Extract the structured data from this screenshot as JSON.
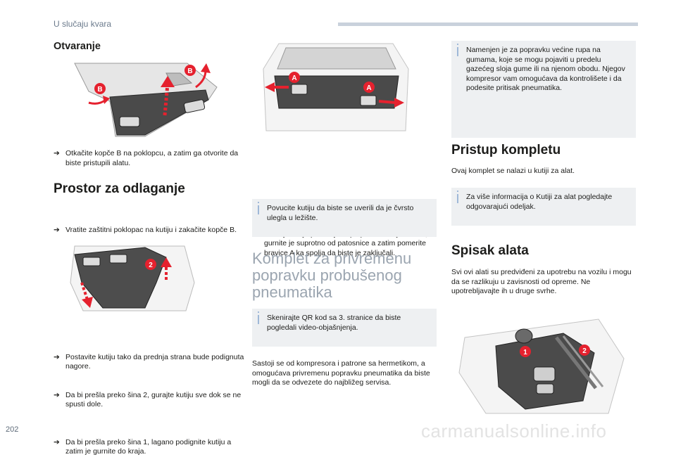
{
  "header": {
    "section": "U slučaju kvara"
  },
  "page_number": "202",
  "watermark": "carmanualsonline.info",
  "col1": {
    "opening_title": "Otvaranje",
    "opening_bullet": "Otkačite kopče B na poklopcu, a zatim ga otvorite da biste pristupili alatu.",
    "storage_title": "Prostor za odlaganje",
    "storage_bullet": "Vratite zaštitni poklopac na kutiju i zakačite kopče B.",
    "bullet_a": "Postavite kutiju tako da prednja strana bude podignuta nagore.",
    "bullet_b": "Da bi prešla preko šina 2, gurajte kutiju sve dok se ne spusti dole.",
    "bullet_c": "Da bi prešla preko šina 1, lagano podignite kutiju a zatim je gurnite do kraja.",
    "fig1_labels": [
      "B",
      "B"
    ],
    "fig2_labels": [
      "2"
    ]
  },
  "col2": {
    "fig_labels": [
      "A",
      "A"
    ],
    "bullet": "Kada je kutija postavljena potpuno u svoje ležište, gurnite je suprotno od patosnice a zatim pomerite bravice A ka spolja da biste je zaključali.",
    "note1": "Povucite kutiju da biste se uverili da je čvrsto ulegla u ležište.",
    "kit_title": "Komplet za privremenu popravku probušenog pneumatika",
    "note2": "Skenirajte QR kod sa 3. stranice da biste pogledali video-objašnjenja.",
    "body": "Sastoji se od kompresora i patrone sa hermetikom, a omogućava privremenu popravku pneumatika da biste mogli da se odvezete do najbližeg servisa."
  },
  "col3": {
    "note_top": "Namenjen je za popravku većine rupa na gumama, koje se mogu pojaviti u predelu gazećeg sloja gume ili na njenom obodu. Njegov kompresor vam omogućava da kontrolišete i da podesite pritisak pneumatika.",
    "access_title": "Pristup kompletu",
    "access_text": "Ovaj komplet se nalazi u kutiji za alat.",
    "note_ref": "Za više informacija o Kutiji za alat pogledajte odgovarajući odeljak.",
    "list_title": "Spisak alata",
    "list_text": "Svi ovi alati su predviđeni za upotrebu na vozilu i mogu da se razlikuju u zavisnosti od opreme. Ne upotrebljavajte ih u druge svrhe.",
    "fig_labels": [
      "1",
      "2"
    ]
  },
  "colors": {
    "accent_red": "#e5212e",
    "note_bg": "#eef0f2",
    "header_bar": "#c9d1dc"
  },
  "bullet_marker": "➔"
}
